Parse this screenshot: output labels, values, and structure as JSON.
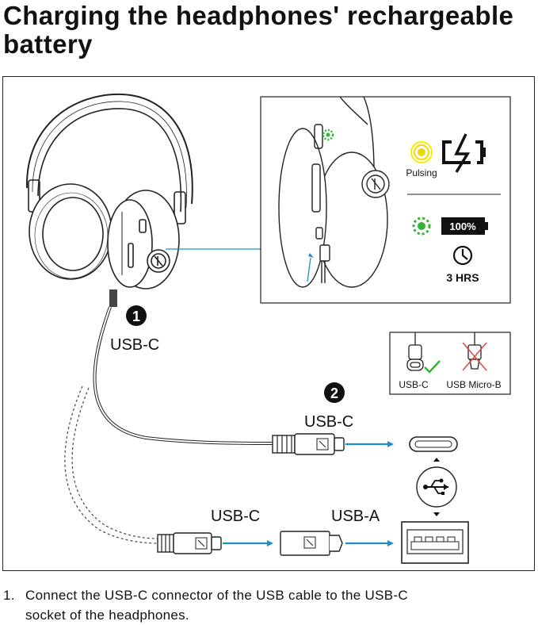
{
  "page": {
    "title_line1": "Charging the headphones' rechargeable",
    "title_line2": "battery"
  },
  "inset": {
    "pulsing_label": "Pulsing",
    "battery_full_label": "100%",
    "duration_label": "3 HRS",
    "icons": [
      "yellow-pulsing-led-icon",
      "charging-battery-icon",
      "green-led-icon",
      "full-battery-icon",
      "clock-icon"
    ]
  },
  "connector_box": {
    "ok_label": "USB-C",
    "not_ok_label": "USB Micro-B"
  },
  "labels": {
    "step1_marker": "1",
    "step2_marker": "2",
    "headphone_plug": "USB-C",
    "cable_end_plug": "USB-C",
    "adapter_input": "USB-C",
    "adapter_output": "USB-A"
  },
  "colors": {
    "arrow_blue": "#1e8fc8",
    "pulse_yellow": "#e8e000",
    "led_green": "#33b233"
  },
  "instructions": {
    "step_number": "1.",
    "step_line1": "Connect the USB-C connector of the USB cable to the USB-C",
    "step_line2": "socket of the headphones."
  }
}
